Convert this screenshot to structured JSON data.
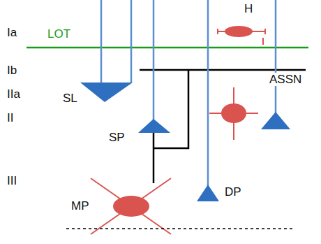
{
  "diagram": {
    "labels": [
      "Ia",
      "LOT",
      "H",
      "Ib",
      "ASSN",
      "IIa",
      "II",
      "SL",
      "SP",
      "III",
      "MP",
      "DP"
    ]
  }
}
